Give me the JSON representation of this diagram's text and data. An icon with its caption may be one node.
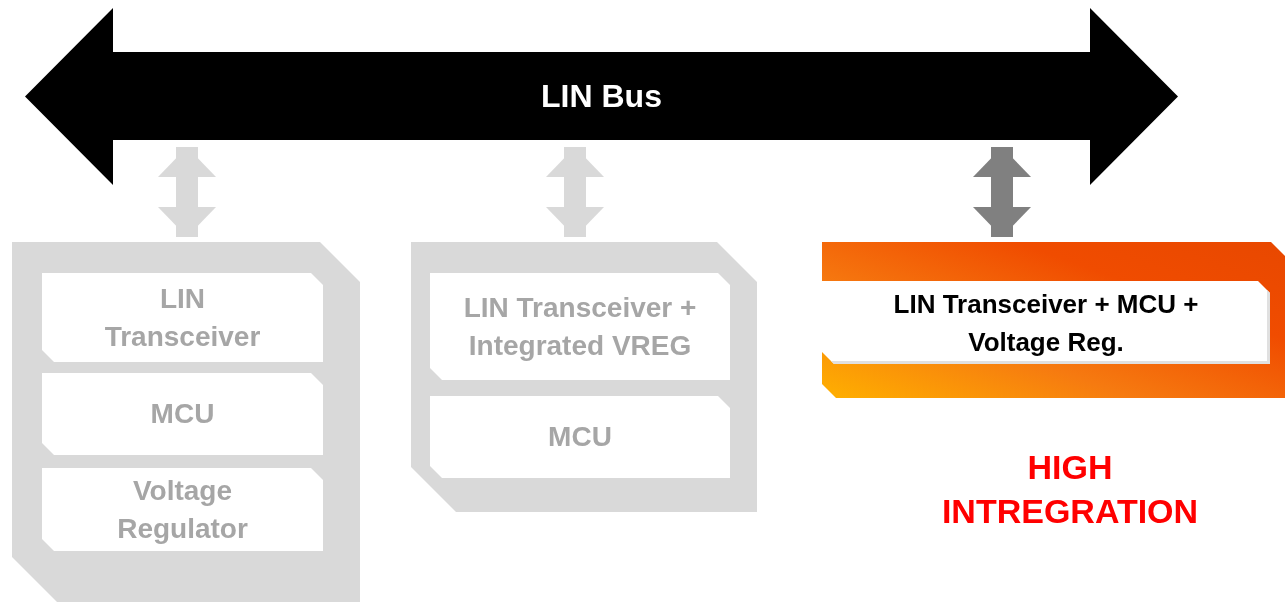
{
  "diagram": {
    "nodes": [
      {
        "text": [
          "LIN Bus"
        ]
      },
      {
        "text": [],
        "shape": "box"
      },
      {
        "text": [
          "LIN Transceiver"
        ],
        "in": 1
      },
      {
        "text": [
          "MCU"
        ],
        "in": 1
      },
      {
        "text": [
          "Voltage Regulator"
        ],
        "in": 1
      },
      {
        "text": [],
        "shape": "box"
      },
      {
        "text": [
          "LIN Transceiver + Integrated VREG"
        ],
        "in": 5
      },
      {
        "text": [
          "MCU"
        ],
        "in": 5
      },
      {
        "text": [],
        "shape": "box"
      },
      {
        "text": [
          "LIN Transceiver + MCU + Voltage Reg."
        ],
        "in": 8
      }
    ],
    "edges": [
      {
        "from": 0,
        "to": 1,
        "arrow": "both"
      },
      {
        "from": 0,
        "to": 5,
        "arrow": "both"
      },
      {
        "from": 0,
        "to": 8,
        "arrow": "both",
        "color": "#808080"
      }
    ],
    "labels": [
      "HIGH INTREGRATION"
    ]
  }
}
